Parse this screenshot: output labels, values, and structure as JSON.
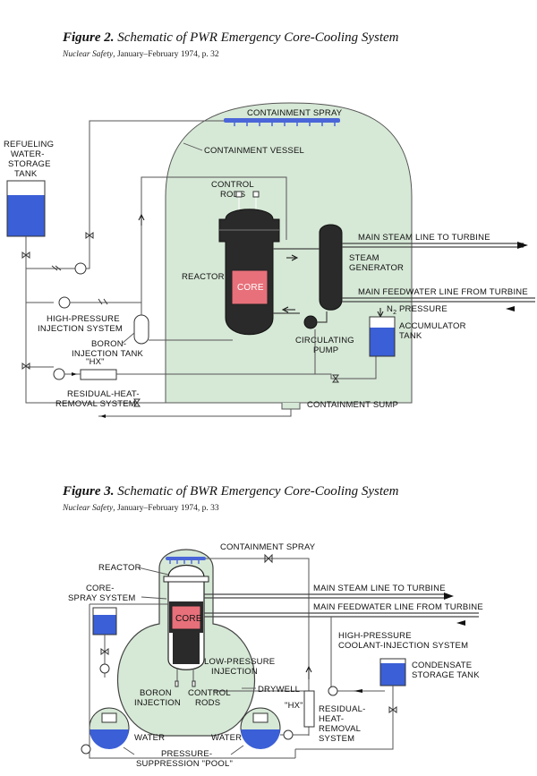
{
  "figure2": {
    "label": "Figure 2.",
    "title": "Schematic of PWR Emergency Core-Cooling System",
    "source_journal": "Nuclear Safety",
    "source_rest": ", January–February 1974, p. 32",
    "labels": {
      "containment_spray": "CONTAINMENT SPRAY",
      "containment_vessel": "CONTAINMENT VESSEL",
      "refueling_1": "REFUELING",
      "refueling_2": "WATER-",
      "refueling_3": "STORAGE",
      "refueling_4": "TANK",
      "control_rods_1": "CONTROL",
      "control_rods_2": "RODS",
      "reactor": "REACTOR",
      "core": "CORE",
      "main_steam": "MAIN STEAM LINE TO TURBINE",
      "steam_gen_1": "STEAM",
      "steam_gen_2": "GENERATOR",
      "main_feedwater": "MAIN FEEDWATER LINE FROM TURBINE",
      "n2_pressure_a": "N",
      "n2_pressure_sub": "2",
      "n2_pressure_b": " PRESSURE",
      "accumulator_1": "ACCUMULATOR",
      "accumulator_2": "TANK",
      "hp_injection_1": "HIGH-PRESSURE",
      "hp_injection_2": "INJECTION SYSTEM",
      "boron_tank_1": "BORON-",
      "boron_tank_2": "INJECTION TANK",
      "circulating_1": "CIRCULATING",
      "circulating_2": "PUMP",
      "hx": "\"HX\"",
      "rhr_1": "RESIDUAL-HEAT-",
      "rhr_2": "REMOVAL SYSTEM",
      "sump": "CONTAINMENT SUMP"
    }
  },
  "figure3": {
    "label": "Figure 3.",
    "title": "Schematic of BWR Emergency Core-Cooling System",
    "source_journal": "Nuclear Safety",
    "source_rest": ", January–February 1974, p. 33",
    "labels": {
      "containment_spray": "CONTAINMENT SPRAY",
      "reactor": "REACTOR",
      "core_spray_1": "CORE-",
      "core_spray_2": "SPRAY SYSTEM",
      "core": "CORE",
      "main_steam": "MAIN STEAM LINE TO TURBINE",
      "main_feedwater": "MAIN FEEDWATER LINE FROM TURBINE",
      "hpci_1": "HIGH-PRESSURE",
      "hpci_2": "COOLANT-INJECTION SYSTEM",
      "lpi_1": "LOW-PRESSURE",
      "lpi_2": "INJECTION",
      "condensate_1": "CONDENSATE",
      "condensate_2": "STORAGE TANK",
      "boron_1": "BORON",
      "boron_2": "INJECTION",
      "control_rods_1": "CONTROL",
      "control_rods_2": "RODS",
      "drywell": "DRYWELL",
      "hx": "\"HX\"",
      "rhr_1": "RESIDUAL-",
      "rhr_2": "HEAT-",
      "rhr_3": "REMOVAL",
      "rhr_4": "SYSTEM",
      "water_left": "WATER",
      "water_right": "WATER",
      "pressure_1": "PRESSURE-",
      "pressure_2": "SUPPRESSION \"POOL\""
    }
  },
  "colors": {
    "containment_fill": "#d6e8d6",
    "water_blue": "#3b5fd6",
    "core_red": "#e8707a",
    "spray_blue": "#4a66d8"
  }
}
